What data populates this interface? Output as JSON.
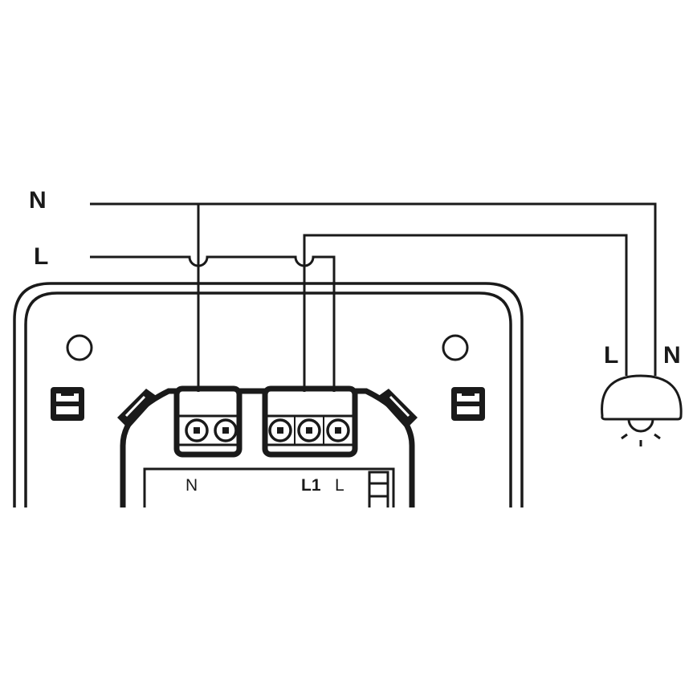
{
  "diagram": {
    "type": "wiring-diagram",
    "description": "Single-gang switch module wiring: N and L supply to switch terminals, L1 output to lamp",
    "supply_labels": {
      "neutral": "N",
      "live": "L"
    },
    "switch_terminals": {
      "neutral": "N",
      "output": "L1",
      "live": "L"
    },
    "lamp_labels": {
      "live": "L",
      "neutral": "N"
    },
    "colors": {
      "line": "#1a1a1a",
      "background": "#ffffff"
    }
  }
}
